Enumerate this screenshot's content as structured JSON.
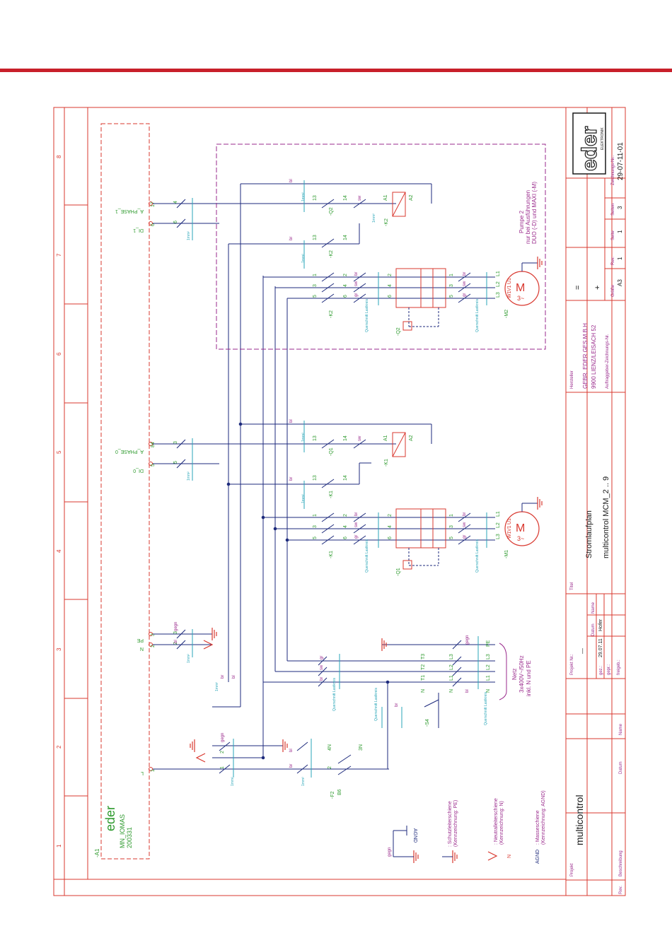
{
  "colors": {
    "accent": "#c8202a",
    "frame": "#d9382f",
    "wire": "#1d2a7c",
    "green": "#2e9a2e",
    "magenta": "#9a2a8c",
    "cyan": "#2aa6b8"
  },
  "grid_numbers": [
    "1",
    "2",
    "3",
    "4",
    "5",
    "6",
    "7",
    "8"
  ],
  "title_block": {
    "projekt_label": "Projekt",
    "projekt_value": "multicontrol",
    "titel_label": "Titel",
    "titel_line1": "Stromlaufplan",
    "titel_line2": "multicontrol MCM_2 .. 9",
    "projekt_nr_label": "Projekt Nr.:",
    "projekt_nr_value": "—",
    "rev_label": "Rev.",
    "beschreibung_label": "Beschreibung",
    "datum_label": "Datum",
    "name_label": "Name",
    "gez_label": "gez.:",
    "gez_date": "29.07.11",
    "gez_name": "Hofer",
    "gepr_label": "gepr.:",
    "freigeb_label": "freigeb.:",
    "hersteller_label": "Hersteller",
    "hersteller_line1": "GEBR. EDER GES.M.B.H",
    "hersteller_line2": "9900 LIENZ/LEISACH 52",
    "auftraggeber_label": "Auftraggeber-Zeichnungs-Nr.",
    "groesse_label": "Größe",
    "groesse_value": "A3",
    "rev_value": "1",
    "seite_label": "Seite",
    "seite_value": "1",
    "seiten_label": "Seiten",
    "seiten_value": "3",
    "zeichnungs_label": "Zeichnungs-Nr.:",
    "zeichnungs_value": "29-07-11-01",
    "mark_eq": "=",
    "mark_plus": "+",
    "logo_text": "eder",
    "logo_sub": "ELEKTRONIK"
  },
  "box_a1": {
    "ref": "-A1",
    "brand": "eder",
    "model": "MN_IOMAS",
    "number": "200331"
  },
  "terminals": {
    "t1": "L",
    "t1n": "1",
    "t2": "N",
    "t2n": "2",
    "t3": "PE",
    "t3n": "3",
    "t5": "DI_0",
    "t5n": "5",
    "t84": "A_PHASE_0",
    "t84n": "84",
    "t6": "DI_1",
    "t6n": "6",
    "t17": "A_PHASE_1",
    "t17n": "17"
  },
  "labels": {
    "f2": "-F2",
    "f2b": "B6",
    "s4": "-S4",
    "k1": "-K1",
    "k1b": "-K1",
    "q1": "-Q1",
    "q1b": "-Q1",
    "m1": "-M1",
    "k2": "-K2",
    "k2b": "-K2",
    "q2": "-Q2",
    "q2b": "-Q2",
    "m2": "-M2",
    "a1": "A1",
    "a2": "A2",
    "motor": "M",
    "motor3": "3~",
    "netz1": "Netz",
    "netz2": "3x400V~/50Hz",
    "netz3": "inkl. N und PE",
    "pumpe1": "Pumpe 2",
    "pumpe2": "nur bei Ausführungen",
    "pumpe3": "DUO (-D) und MAXI (-M)",
    "leg_pe1": ": Schutzleiterschiene",
    "leg_pe2": "(Kennzeichnung: PE)",
    "leg_n1": ": Neutralleiterschiene",
    "leg_n2": "(Kennzeichnung: N)",
    "leg_agnd1": ": Masseschiene",
    "leg_agnd2": "(Kennzeichnung: AGND)",
    "agnd": "AGND",
    "gegn": "gegn",
    "bl": "bl",
    "br": "br",
    "sw": "sw",
    "gr": "gr",
    "mm": "1mm²",
    "qs": "Querschnitt Lastkreis",
    "L1": "L1",
    "L2": "L2",
    "L3": "L3",
    "N": "N",
    "PE": "PE",
    "T1": "T1",
    "T2": "T2",
    "T3": "T3",
    "U1": "U1",
    "V1": "V1",
    "W1": "W1",
    "n1": "1",
    "n2": "2",
    "n3": "3",
    "n4": "4",
    "n5": "5",
    "n6": "6",
    "n13": "13",
    "n14": "14",
    "n4N": "4N",
    "n3N": "3N",
    "n2b": "2",
    "n1b": "1"
  }
}
